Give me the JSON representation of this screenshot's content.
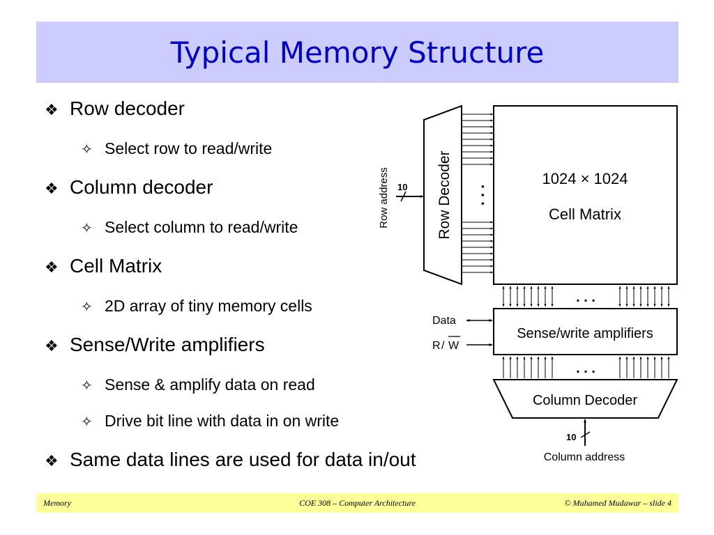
{
  "slide": {
    "title": "Typical Memory Structure",
    "bullets": [
      {
        "text": "Row decoder",
        "subs": [
          "Select row to read/write"
        ]
      },
      {
        "text": "Column decoder",
        "subs": [
          "Select column to read/write"
        ]
      },
      {
        "text": "Cell Matrix",
        "subs": [
          "2D array of tiny memory cells"
        ]
      },
      {
        "text": "Sense/Write amplifiers",
        "subs": [
          "Sense & amplify data on read",
          "Drive bit line with data in on write"
        ]
      },
      {
        "text": "Same data lines are used for data in/out",
        "subs": []
      }
    ]
  },
  "diagram": {
    "row_decoder_label": "Row Decoder",
    "row_address_label": "Row address",
    "row_address_width": "10",
    "cell_matrix_line1": "1024 × 1024",
    "cell_matrix_line2": "Cell Matrix",
    "sense_label": "Sense/write amplifiers",
    "data_label": "Data",
    "rw_r": "R",
    "rw_slash": "/",
    "rw_w": "W",
    "column_decoder_label": "Column Decoder",
    "column_address_label": "Column address",
    "column_address_width": "10",
    "ellipsis": ". . ."
  },
  "footer": {
    "left": "Memory",
    "center": "COE 308 – Computer Architecture",
    "right": "© Muhamed Mudawar – slide 4"
  },
  "colors": {
    "title_bg": "#ccccff",
    "title_text": "#0000cc",
    "footer_bg": "#ffff99"
  },
  "icons": {
    "bullet": "diamond-bullet-icon",
    "sub_bullet": "four-point-star-icon"
  }
}
